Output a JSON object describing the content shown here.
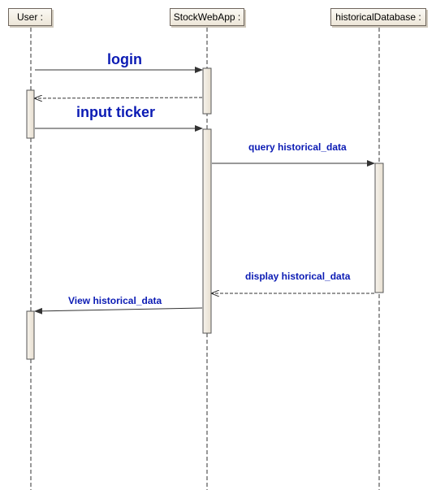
{
  "diagram": {
    "lifelines": [
      {
        "name": "User :"
      },
      {
        "name": "StockWebApp :"
      },
      {
        "name": "historicalDatabase :"
      }
    ],
    "messages": [
      {
        "label": "login"
      },
      {
        "label": "input ticker"
      },
      {
        "label": "query historical_data"
      },
      {
        "label": "display historical_data"
      },
      {
        "label": "View  historical_data"
      }
    ],
    "colors": {
      "message_text": "#0b1bb4",
      "box_fill": "#efe9df",
      "lines": "#6f665d"
    }
  }
}
